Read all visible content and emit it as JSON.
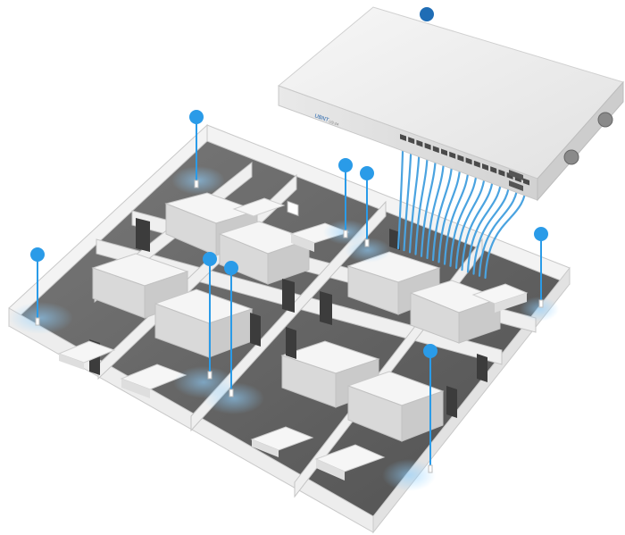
{
  "switch": {
    "brand": "UBNT",
    "model": "US-24",
    "status_color": "#1f6db5"
  },
  "colors": {
    "accent": "#2a9be8",
    "cable": "#4aa3e0",
    "wall_top": "#f2f2f2",
    "wall_side": "#cfcfcf",
    "floor": "#6a6a6a"
  },
  "access_points": [
    {
      "id": "ap-1"
    },
    {
      "id": "ap-2"
    },
    {
      "id": "ap-3"
    },
    {
      "id": "ap-4"
    },
    {
      "id": "ap-5"
    },
    {
      "id": "ap-6"
    },
    {
      "id": "ap-7"
    },
    {
      "id": "ap-8"
    }
  ]
}
